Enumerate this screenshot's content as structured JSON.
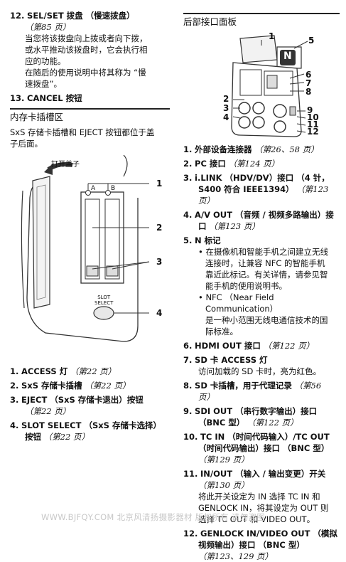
{
  "left": {
    "item12": {
      "num": "12.",
      "title": "SEL/SET 拨盘 （慢速拨盘）",
      "ref": "（第85 页）",
      "body": [
        "当您将该拨盘向上拨或者向下拨，",
        "或水平推动该拨盘时，它会执行相",
        "应的功能。",
        "在随后的使用说明中将其称为 “慢",
        "速拨盘”。"
      ]
    },
    "item13": {
      "num": "13.",
      "title": "CANCEL 按钮"
    },
    "section": "内存卡插槽区",
    "intro": [
      "SxS 存储卡插槽和 EJECT 按钮都位于盖",
      "子后面。"
    ],
    "diagram": {
      "cover_label": "打开盖子",
      "slot_a": "A",
      "slot_b": "B",
      "button_label_1": "SLOT",
      "button_label_2": "SELECT",
      "callouts": [
        "1",
        "2",
        "3",
        "4"
      ]
    },
    "items": [
      {
        "num": "1.",
        "title": "ACCESS 灯",
        "ref": "（第22 页）"
      },
      {
        "num": "2.",
        "title": "SxS 存储卡插槽",
        "ref": "（第22 页）"
      },
      {
        "num": "3.",
        "title": "EJECT （SxS 存储卡退出）按钮",
        "ref": "（第22 页）"
      },
      {
        "num": "4.",
        "title": "SLOT SELECT （SxS 存储卡选择）",
        "title2": "按钮",
        "ref": "（第22 页）"
      }
    ]
  },
  "right": {
    "section": "后部接口面板",
    "diagram": {
      "callouts": [
        "1",
        "2",
        "3",
        "4",
        "5",
        "6",
        "7",
        "8",
        "9",
        "10",
        "11",
        "12"
      ],
      "nfc_letter": "N"
    },
    "items": [
      {
        "num": "1.",
        "title": "外部设备连接器",
        "ref": "（第26、58 页）"
      },
      {
        "num": "2.",
        "title": "PC 接口",
        "ref": "（第124 页）"
      },
      {
        "num": "3.",
        "title": "i.LINK （HDV/DV）接口 （4 针，",
        "title2": "S400 符合 IEEE1394）",
        "ref": "（第123 页）"
      },
      {
        "num": "4.",
        "title": "A/V OUT （音频 / 视频多路输出）接",
        "title2": "口",
        "ref": "（第123 页）"
      },
      {
        "num": "5.",
        "title": "N 标记",
        "bullets": [
          [
            "在摄像机和智能手机之间建立无线",
            "连接时，让兼容 NFC 的智能手机",
            "靠近此标记。有关详情，请参见智",
            "能手机的使用说明书。"
          ],
          [
            "NFC （Near Field Communication）",
            "是一种小范围无线电通信技术的国",
            "际标准。"
          ]
        ]
      },
      {
        "num": "6.",
        "title": "HDMI OUT 接口",
        "ref": "（第122 页）"
      },
      {
        "num": "7.",
        "title": "SD 卡 ACCESS 灯",
        "body": [
          "访问加载的 SD 卡时，亮为红色。"
        ]
      },
      {
        "num": "8.",
        "title": "SD 卡插槽，用于代理记录",
        "ref": "（第56",
        "ref2": "页）"
      },
      {
        "num": "9.",
        "title": "SDI OUT （串行数字输出）接口",
        "title2": "（BNC 型）",
        "ref": "（第122 页）"
      },
      {
        "num": "10.",
        "title": "TC IN （时间代码输入）/TC OUT",
        "title2": "（时间代码输出）接口 （BNC 型）",
        "ref": "（第129 页）"
      },
      {
        "num": "11.",
        "title": "IN/OUT （输入 / 输出变更）开关",
        "ref": "（第130 页）",
        "body": [
          "将此开关设定为 IN 选择 TC IN 和",
          "GENLOCK IN，将其设定为 OUT 则",
          "选择 TC OUT 和 VIDEO OUT。"
        ]
      },
      {
        "num": "12.",
        "title": "GENLOCK IN/VIDEO OUT （模拟",
        "title2": "视频输出）接口 （BNC 型）",
        "ref": "（第123、129 页）"
      }
    ]
  },
  "watermark": "WWW.BJFQY.COM 北京风清扬摄影器材 版权所有 请勿盗图"
}
